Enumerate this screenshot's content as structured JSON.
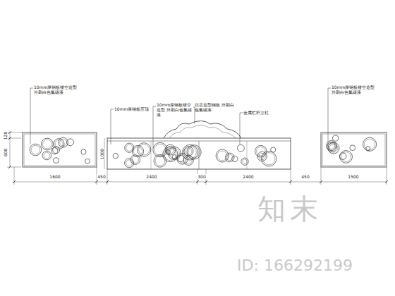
{
  "diagram": {
    "labels": [
      "10mm厚钢板镂空造型 外刷白色氟碳漆",
      "10mm厚钢板压顶",
      "10mm厚钢板镂空造型 外刷白色氟碳漆",
      "仿古造型钢板 外刷白色氟碳漆",
      "金属栏杆立柱",
      "10mm厚钢板镂空造型 外刷白色氟碳漆",
      "1600",
      "450",
      "2400",
      "300",
      "2400",
      "450",
      "1500",
      "120",
      "600",
      "1000",
      "知末",
      "ID: 166292199"
    ]
  }
}
